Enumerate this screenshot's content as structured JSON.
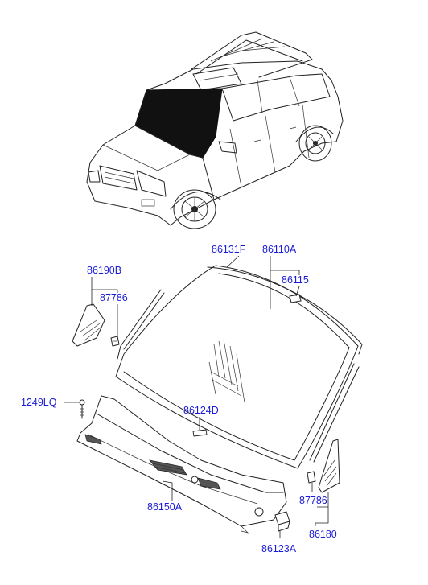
{
  "diagram": {
    "labels": {
      "windshield_glass": "86131F",
      "windshield_assy": "86110A",
      "glass_stopper": "86115",
      "left_cover": "86190B",
      "left_clip": "87786",
      "screw": "1249LQ",
      "rear_view_mirror_mount": "86124D",
      "cowl_top_cover": "86150A",
      "cowl_cap": "86123A",
      "right_clip": "87786",
      "right_cover": "86180"
    },
    "colors": {
      "label": "#1a1ad6",
      "ink": "#222222"
    }
  }
}
